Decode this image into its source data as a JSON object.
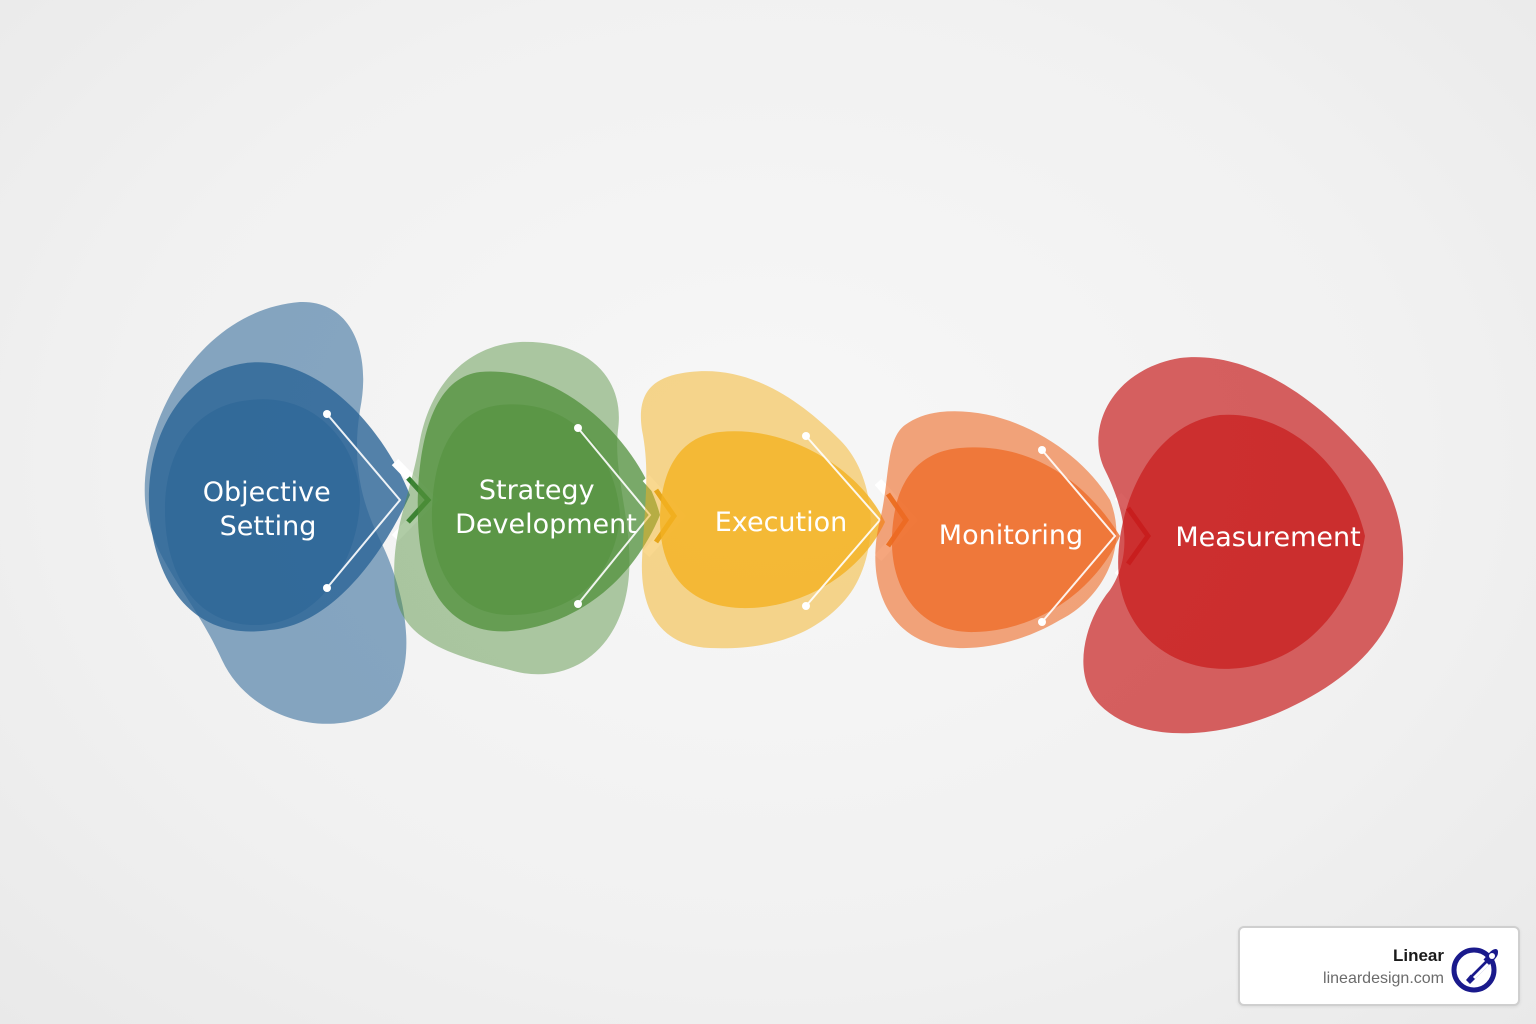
{
  "steps": [
    {
      "label_lines": [
        "Objective",
        "Setting"
      ],
      "color": "#2a6496"
    },
    {
      "label_lines": [
        "Strategy",
        "Development"
      ],
      "color": "#4f8f3a"
    },
    {
      "label_lines": [
        "Execution"
      ],
      "color": "#f4b120"
    },
    {
      "label_lines": [
        "Monitoring"
      ],
      "color": "#ee6a26"
    },
    {
      "label_lines": [
        "Measurement"
      ],
      "color": "#c81f1f"
    }
  ],
  "brand": {
    "name": "Linear",
    "url": "lineardesign.com",
    "logo_icon": "rocket-icon",
    "logo_color": "#1a1a8c"
  }
}
